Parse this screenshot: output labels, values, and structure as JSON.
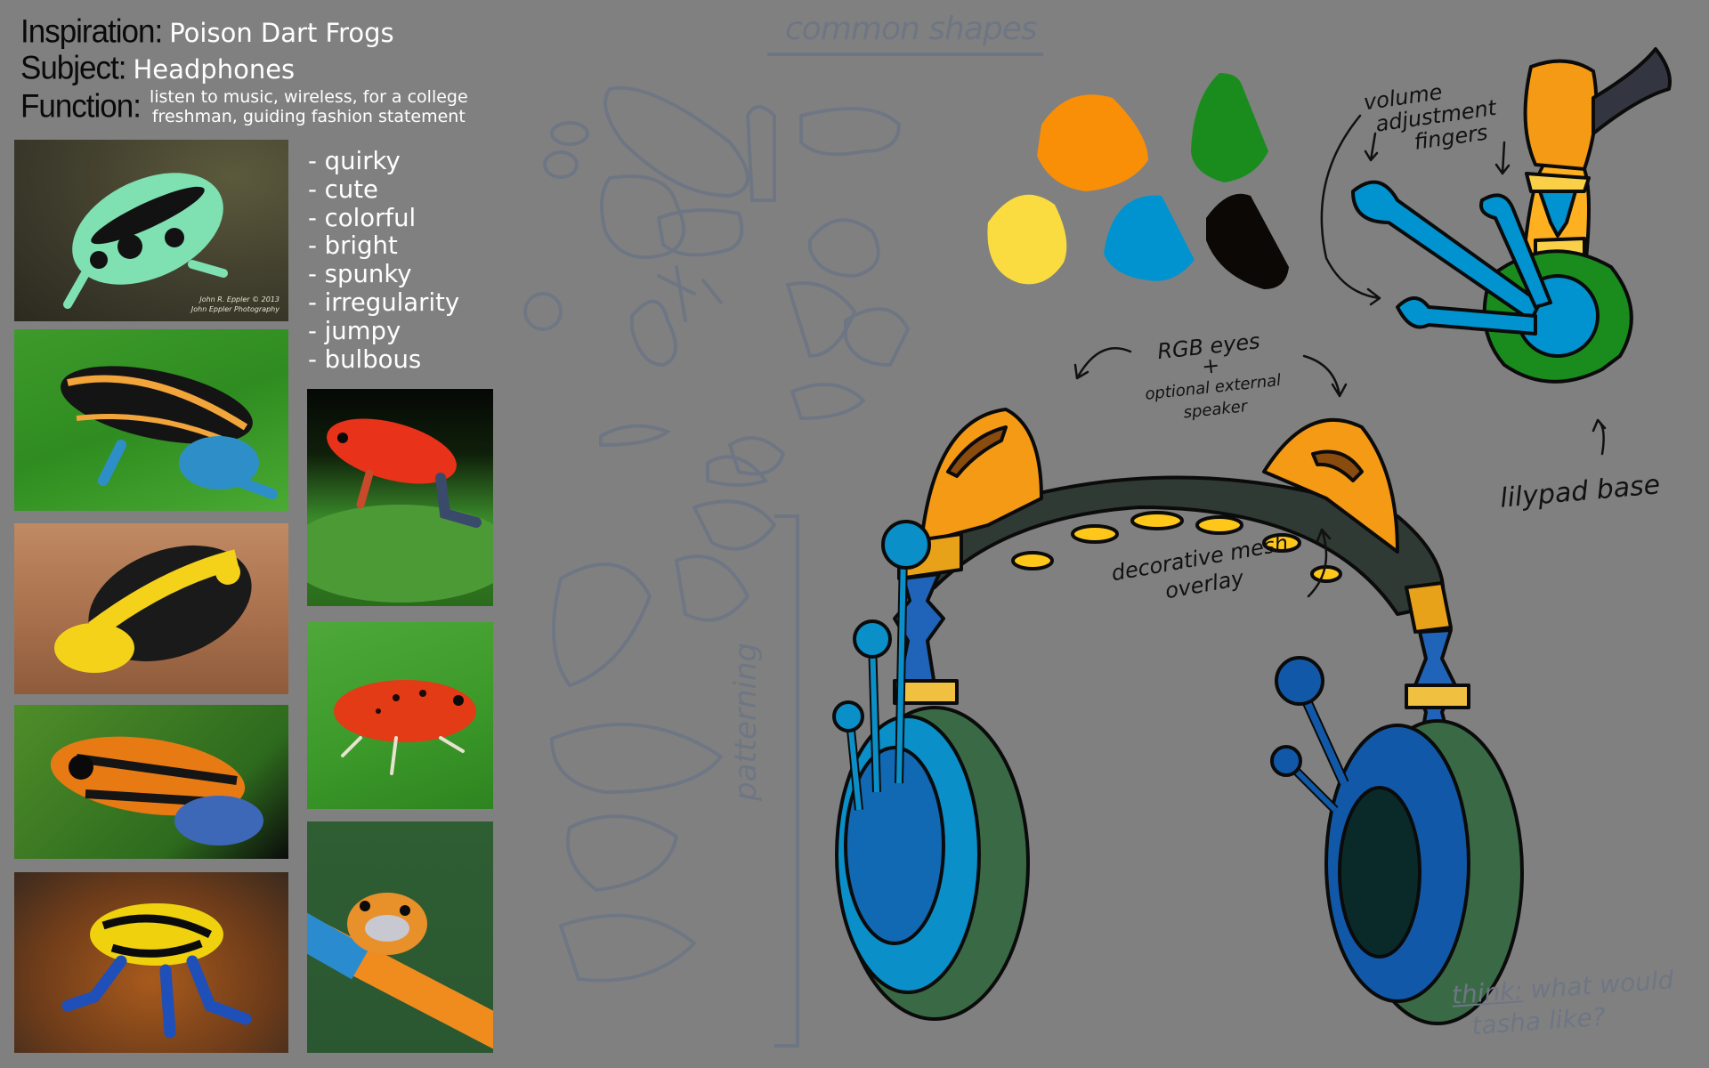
{
  "header": {
    "inspiration_label": "Inspiration:",
    "inspiration_value": "Poison Dart Frogs",
    "subject_label": "Subject:",
    "subject_value": "Headphones",
    "function_label": "Function:",
    "function_value_line1": "listen to music, wireless, for a college",
    "function_value_line2": "freshman, guiding fashion statement"
  },
  "traits": [
    "quirky",
    "cute",
    "colorful",
    "bright",
    "spunky",
    "irregularity",
    "jumpy",
    "bulbous"
  ],
  "reference_photos": [
    {
      "id": "green-black-frog",
      "watermark_line1": "John R. Eppler © 2013",
      "watermark_line2": "John Eppler Photography"
    },
    {
      "id": "orange-striped-blue-legged-frog"
    },
    {
      "id": "yellow-black-frog"
    },
    {
      "id": "orange-black-blue-frog"
    },
    {
      "id": "yellow-blue-dyeing-frog"
    },
    {
      "id": "red-strawberry-frog-on-leaf"
    },
    {
      "id": "red-spotted-frog-on-leaf"
    },
    {
      "id": "orange-frog-on-pencil"
    }
  ],
  "sketch_labels": {
    "common_shapes": "common shapes",
    "patterning": "patterning"
  },
  "palette": {
    "colors": [
      {
        "name": "orange",
        "hex": "#F98E07"
      },
      {
        "name": "green",
        "hex": "#1A8C1E"
      },
      {
        "name": "yellow",
        "hex": "#FADC40"
      },
      {
        "name": "blue",
        "hex": "#0193CF"
      },
      {
        "name": "black",
        "hex": "#0B0806"
      }
    ]
  },
  "annotations": {
    "volume_line1": "volume",
    "volume_line2": "adjustment",
    "volume_line3": "fingers",
    "rgb_line1": "RGB eyes",
    "rgb_line2": "+",
    "rgb_line3": "optional external",
    "rgb_line4": "speaker",
    "lilypad": "lilypad base",
    "mesh_line1": "decorative mesh",
    "mesh_line2": "overlay",
    "think_underlined": "think:",
    "think_line1": " what would",
    "think_line2": "tasha like?"
  },
  "colors": {
    "background": "#808080",
    "sketch_stroke": "#6E7684"
  }
}
